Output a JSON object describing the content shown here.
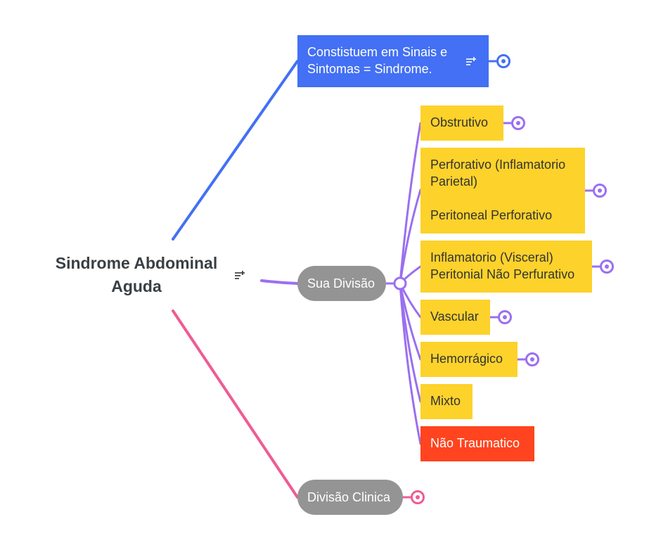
{
  "colors": {
    "blue_branch": "#4370f4",
    "purple_branch": "#9b6ff0",
    "pink_branch": "#ef5b93",
    "yellow_node": "#fdd22b",
    "red_node": "#ff441f",
    "gray_node": "#949494"
  },
  "root": {
    "title": "Sindrome Abdominal Aguda",
    "icon": "note-add-icon"
  },
  "branch_def": {
    "text": "Constistuem em Sinais e Sintomas = Sindrome.",
    "icon": "note-add-icon"
  },
  "branch_div": {
    "label": "Sua Divisão",
    "children": [
      {
        "lines": [
          "Obstrutivo"
        ]
      },
      {
        "lines": [
          "Perforativo (Inflamatorio Parietal)",
          "Peritoneal Perforativo"
        ]
      },
      {
        "lines": [
          "Inflamatorio (Visceral) Peritonial Não Perfurativo"
        ]
      },
      {
        "lines": [
          "Vascular"
        ]
      },
      {
        "lines": [
          "Hemorrágico"
        ]
      },
      {
        "lines": [
          "Mixto"
        ]
      },
      {
        "lines": [
          "Não Traumatico"
        ]
      }
    ]
  },
  "branch_clin": {
    "label": "Divisão Clinica"
  }
}
